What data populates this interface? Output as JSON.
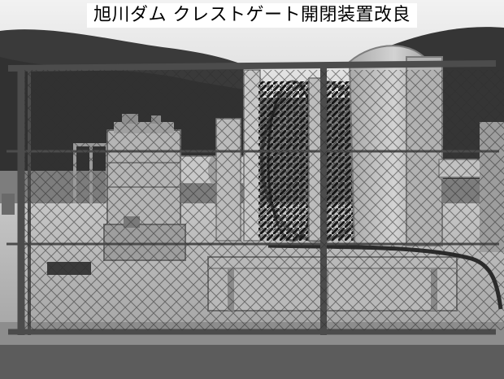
{
  "caption": {
    "title": "旭川ダム クレストゲート開閉装置改良"
  },
  "photo": {
    "tone": "grayscale",
    "subject": "crest-gate-hoist-behind-chain-link-fence",
    "colors": {
      "sky": "#ececec",
      "hill": "#3d3d3d",
      "machine": "#b9b9b9",
      "machine_shadow": "#8a8a8a",
      "floor": "#cfcfcf",
      "fence": "#5a5a5a",
      "cable": "#2a2a2a"
    }
  }
}
